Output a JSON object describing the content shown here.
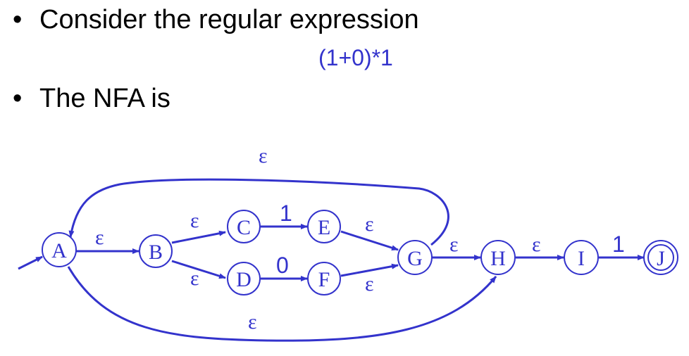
{
  "bullets": [
    {
      "marker": "•",
      "text": "Consider the regular expression"
    },
    {
      "marker": "•",
      "text": "The NFA is"
    }
  ],
  "regex": "(1+0)*1",
  "colors": {
    "text": "#000000",
    "accent": "#3333cc"
  },
  "nfa": {
    "start_state": "A",
    "accepting_states": [
      "J"
    ],
    "states": [
      {
        "id": "A",
        "label": "A"
      },
      {
        "id": "B",
        "label": "B"
      },
      {
        "id": "C",
        "label": "C"
      },
      {
        "id": "D",
        "label": "D"
      },
      {
        "id": "E",
        "label": "E"
      },
      {
        "id": "F",
        "label": "F"
      },
      {
        "id": "G",
        "label": "G"
      },
      {
        "id": "H",
        "label": "H"
      },
      {
        "id": "I",
        "label": "I"
      },
      {
        "id": "J",
        "label": "J"
      }
    ],
    "transitions": [
      {
        "id": "A-B",
        "from": "A",
        "to": "B",
        "label": "ε"
      },
      {
        "id": "B-C",
        "from": "B",
        "to": "C",
        "label": "ε"
      },
      {
        "id": "B-D",
        "from": "B",
        "to": "D",
        "label": "ε"
      },
      {
        "id": "C-E",
        "from": "C",
        "to": "E",
        "label": "1"
      },
      {
        "id": "D-F",
        "from": "D",
        "to": "F",
        "label": "0"
      },
      {
        "id": "E-G",
        "from": "E",
        "to": "G",
        "label": "ε"
      },
      {
        "id": "F-G",
        "from": "F",
        "to": "G",
        "label": "ε"
      },
      {
        "id": "G-A",
        "from": "G",
        "to": "A",
        "label": "ε"
      },
      {
        "id": "G-H",
        "from": "G",
        "to": "H",
        "label": "ε"
      },
      {
        "id": "A-H",
        "from": "A",
        "to": "H",
        "label": "ε"
      },
      {
        "id": "H-I",
        "from": "H",
        "to": "I",
        "label": "ε"
      },
      {
        "id": "I-J",
        "from": "I",
        "to": "J",
        "label": "1"
      }
    ]
  }
}
